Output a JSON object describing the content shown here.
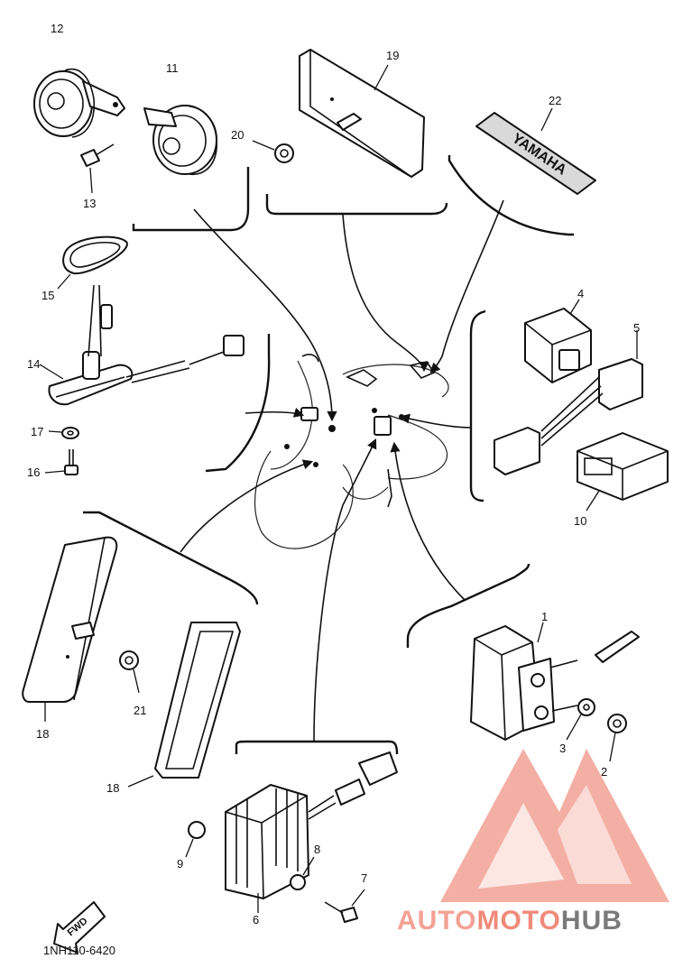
{
  "callouts": [
    "1",
    "2",
    "3",
    "4",
    "5",
    "6",
    "7",
    "8",
    "9",
    "10",
    "11",
    "12",
    "13",
    "14",
    "15",
    "16",
    "17",
    "18",
    "18",
    "19",
    "20",
    "21",
    "22"
  ],
  "fwd_label": "FWD",
  "diagram_code": "1NH110-6420",
  "emblem_text": "YAMAHA",
  "watermark": {
    "part1": "AUTO",
    "part2": "MOTO",
    "part3": "HUB",
    "color_primary": "#f08a7a",
    "color_secondary": "#7a7a7a"
  }
}
